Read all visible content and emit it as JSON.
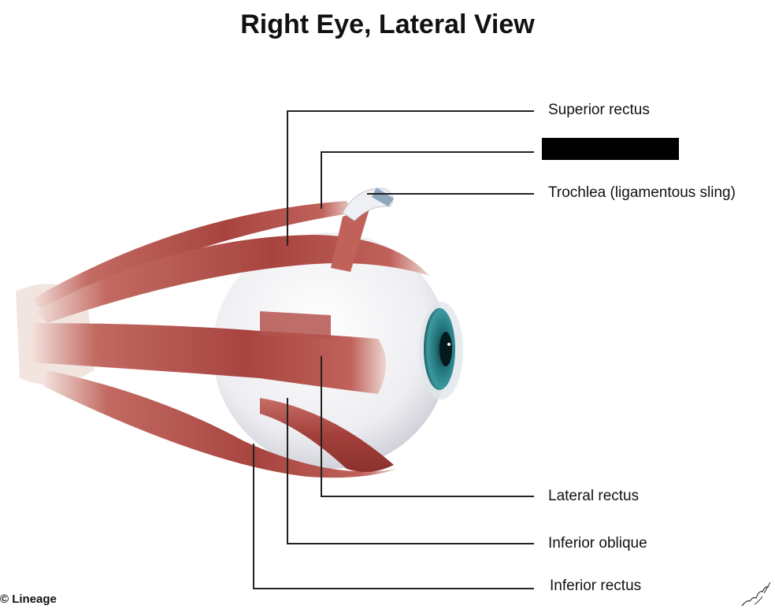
{
  "title": "Right Eye, Lateral View",
  "labels": {
    "superior_rectus": "Superior rectus",
    "trochlea": "Trochlea (ligamentous sling)",
    "lateral_rectus": "Lateral rectus",
    "inferior_oblique": "Inferior oblique",
    "inferior_rectus": "Inferior rectus"
  },
  "redacted_label": "",
  "copyright": "© Lineage",
  "colors": {
    "muscle": "#b8524c",
    "muscle_dark": "#8e3430",
    "tendon": "#f1dcd6",
    "sclera": "#f2f2f5",
    "iris": "#2d7f86",
    "leader_line": "#222222"
  }
}
